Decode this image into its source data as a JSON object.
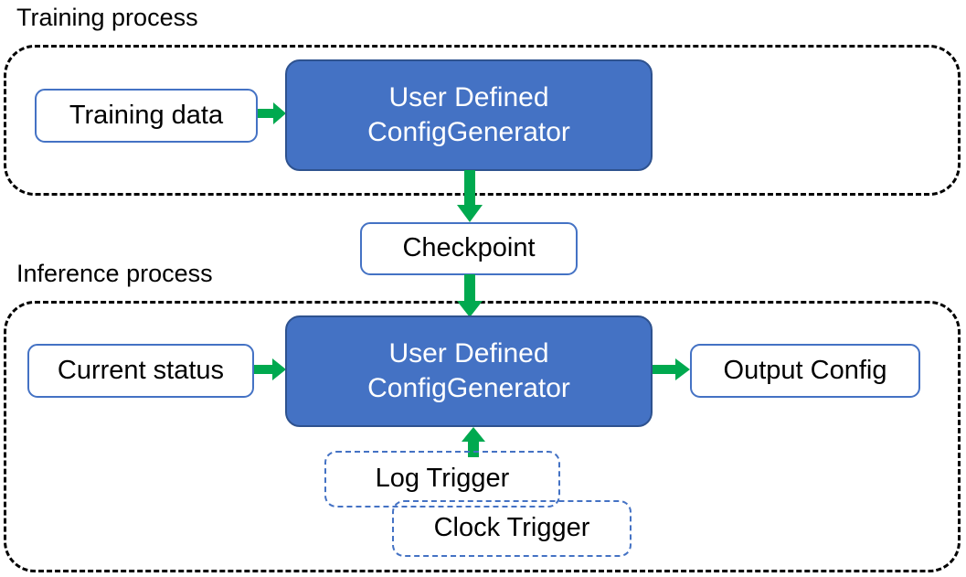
{
  "diagram": {
    "title_training": "Training process",
    "title_inference": "Inference process",
    "training": {
      "caption": "Training process",
      "input_box": "Training data",
      "processor": {
        "line1": "User Defined",
        "line2": "ConfigGenerator"
      }
    },
    "checkpoint": {
      "label": "Checkpoint"
    },
    "inference": {
      "caption": "Inference process",
      "input_box": "Current status",
      "processor": {
        "line1": "User Defined",
        "line2": "ConfigGenerator"
      },
      "output_box": "Output Config",
      "triggers": [
        {
          "label": "Log Trigger"
        },
        {
          "label": "Clock Trigger"
        }
      ]
    },
    "colors": {
      "process_fill": "#4472C4",
      "process_border": "#2E528F",
      "process_text": "#FFFFFF",
      "plain_border": "#4472C4",
      "plain_fill": "#FFFFFF",
      "plain_text": "#000000",
      "trigger_border": "#4472C4",
      "container_border": "#000000",
      "arrow": "#00A94F",
      "caption_text": "#000000"
    },
    "edges": [
      {
        "name": "training-data-to-generator",
        "from": "Training data",
        "to": "User Defined ConfigGenerator",
        "direction": "right"
      },
      {
        "name": "generator-to-checkpoint",
        "from": "User Defined ConfigGenerator",
        "to": "Checkpoint",
        "direction": "down"
      },
      {
        "name": "checkpoint-to-inference-generator",
        "from": "Checkpoint",
        "to": "User Defined ConfigGenerator",
        "direction": "down"
      },
      {
        "name": "current-status-to-generator",
        "from": "Current status",
        "to": "User Defined ConfigGenerator",
        "direction": "right"
      },
      {
        "name": "generator-to-output-config",
        "from": "User Defined ConfigGenerator",
        "to": "Output Config",
        "direction": "right"
      },
      {
        "name": "triggers-to-generator",
        "from": "Log Trigger / Clock Trigger",
        "to": "User Defined ConfigGenerator",
        "direction": "up"
      }
    ]
  }
}
